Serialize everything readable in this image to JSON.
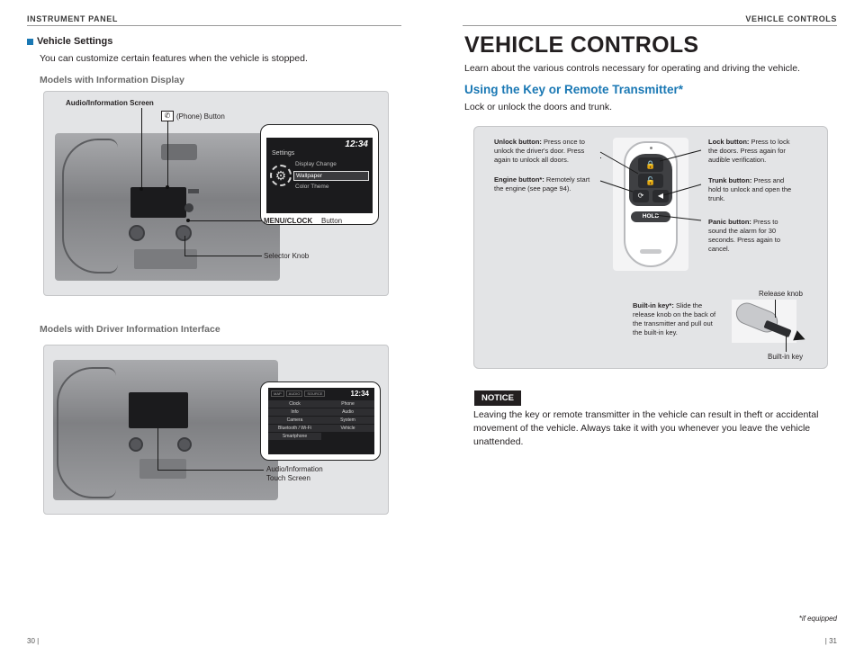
{
  "header": {
    "left_title": "INSTRUMENT PANEL",
    "right_title": "VEHICLE CONTROLS"
  },
  "left": {
    "section_title": "Vehicle Settings",
    "section_desc": "You can customize certain features when the vehicle is stopped.",
    "model1": {
      "heading": "Models with Information Display",
      "label_screen": "Audio/Information Screen",
      "label_phone": "(Phone) Button",
      "label_menu_bold": "MENU/CLOCK",
      "label_menu_rest": "Button",
      "label_knob": "Selector Knob",
      "display": {
        "title": "Settings",
        "time": "12:34",
        "items": [
          "Display Change",
          "Wallpaper",
          "Color Theme"
        ]
      }
    },
    "model2": {
      "heading": "Models with Driver Information Interface",
      "label_touch": "Audio/Information\nTouch Screen",
      "display": {
        "time": "12:34",
        "tabs": [
          "MAP",
          "AUDIO",
          "SOURCE"
        ],
        "items": [
          "Clock",
          "Phone",
          "Info",
          "Audio",
          "Camera",
          "System",
          "Bluetooth / Wi-Fi",
          "Vehicle",
          "Smartphone"
        ]
      }
    }
  },
  "right": {
    "title": "VEHICLE CONTROLS",
    "intro": "Learn about the various controls necessary for operating and driving the vehicle.",
    "subhead": "Using the Key or Remote Transmitter*",
    "subtext": "Lock or unlock the doors and trunk.",
    "callouts": {
      "unlock_b": "Unlock button:",
      "unlock": "Press once to unlock the driver's door. Press again to unlock all doors.",
      "engine_b": "Engine button*:",
      "engine": "Remotely start the engine (see page 94).",
      "lock_b": "Lock button:",
      "lock": "Press to lock the doors. Press again for audible verification.",
      "trunk_b": "Trunk button:",
      "trunk": "Press and hold to unlock and open the trunk.",
      "panic_b": "Panic button:",
      "panic": "Press to sound the alarm for 30 seconds. Press again to cancel.",
      "builtin_b": "Built-in key*:",
      "builtin": "Slide the release knob on the back of the transmitter and pull out the built-in key.",
      "release_knob": "Release knob",
      "builtin_key": "Built-in key",
      "hold": "HOLD"
    },
    "notice_badge": "NOTICE",
    "notice_text": "Leaving the key or remote transmitter in the vehicle can result in theft or accidental movement of the vehicle. Always take it with you whenever you leave the vehicle unattended.",
    "footnote": "*if equipped"
  },
  "page_numbers": {
    "left": "30  |",
    "right": "|  31"
  },
  "colors": {
    "accent": "#1a78b4",
    "panel": "#e3e4e6",
    "text": "#231f20"
  },
  "icons": [
    "phone-icon",
    "lock-icon",
    "unlock-icon",
    "engine-icon",
    "trunk-icon",
    "gear-icon"
  ]
}
